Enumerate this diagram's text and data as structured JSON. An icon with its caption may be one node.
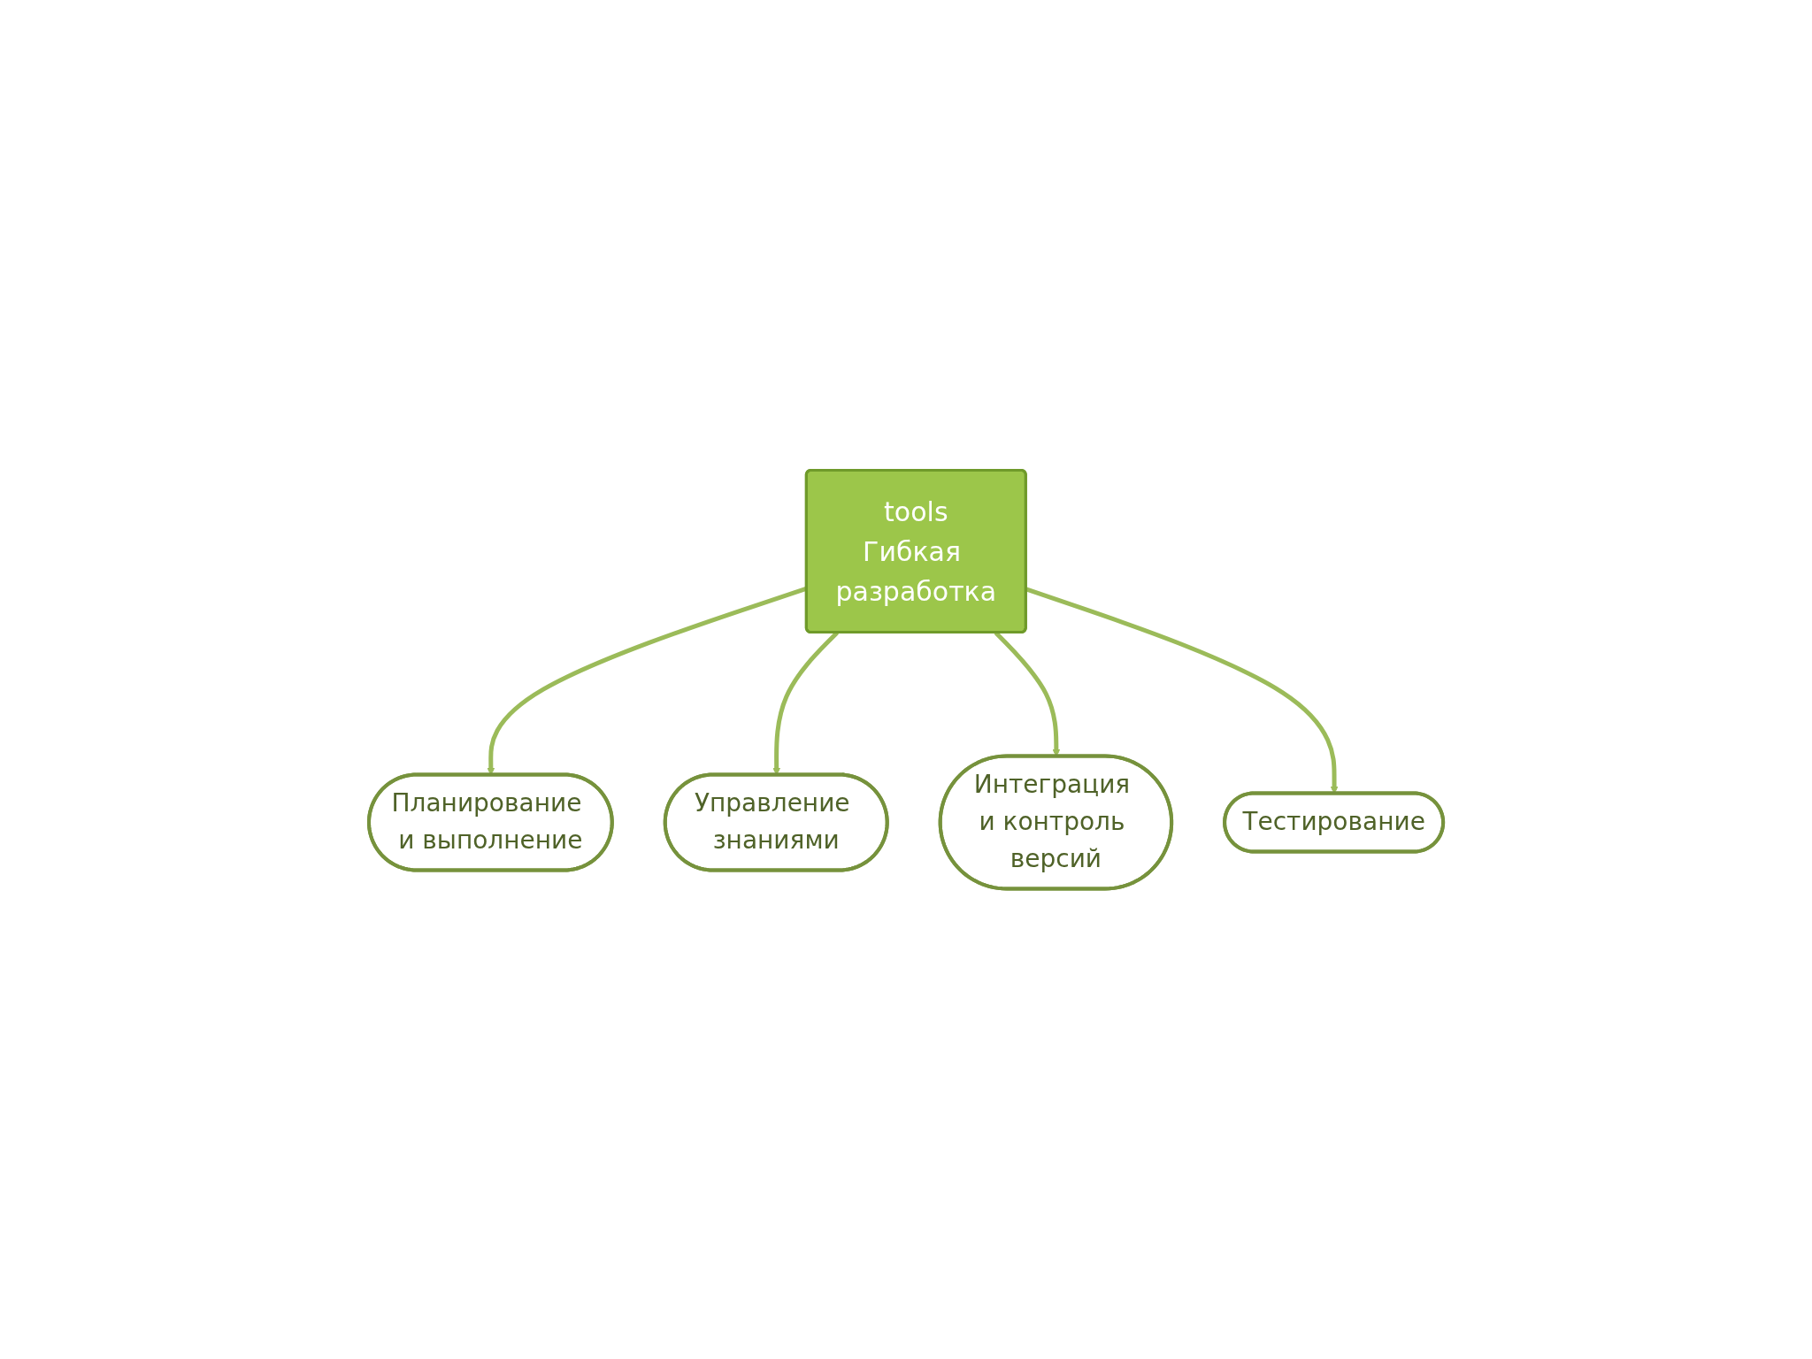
{
  "diagram": {
    "nodes": [
      {
        "text": [
          "tools",
          "Гибкая разработка"
        ]
      },
      {
        "text": [
          "Планирование и выполнение"
        ]
      },
      {
        "text": [
          "Управление знаниями"
        ]
      },
      {
        "text": [
          "Интеграция и контроль версий"
        ]
      },
      {
        "text": [
          "Тестирование"
        ]
      }
    ],
    "edges": [
      {
        "from": 0,
        "to": 1,
        "arrow": "to"
      },
      {
        "from": 0,
        "to": 2,
        "arrow": "to"
      },
      {
        "from": 0,
        "to": 3,
        "arrow": "to"
      },
      {
        "from": 0,
        "to": 4,
        "arrow": "to"
      }
    ]
  }
}
